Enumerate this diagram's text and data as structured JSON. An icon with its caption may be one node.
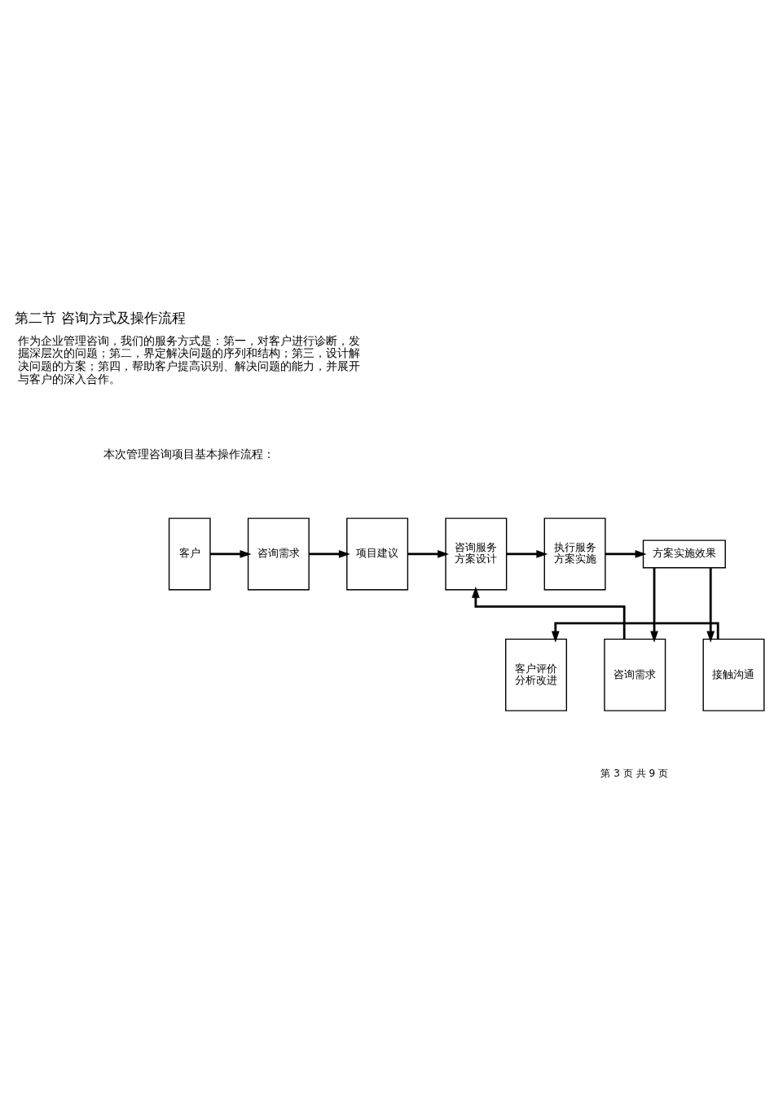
{
  "diagram": {
    "title": "第二节 咨询方式及操作流程",
    "nodes": [
      {
        "text": [
          "客户"
        ]
      },
      {
        "text": [
          "咨询需求"
        ]
      },
      {
        "text": [
          "项目建议"
        ]
      },
      {
        "text": [
          "咨询服务方案设计"
        ]
      },
      {
        "text": [
          "执行服务方案实施"
        ]
      },
      {
        "text": [
          "方案实施效果"
        ]
      },
      {
        "text": [
          "客户评价分析改进"
        ]
      },
      {
        "text": [
          "咨询需求"
        ]
      },
      {
        "text": [
          "接触沟通"
        ]
      }
    ],
    "edges": [
      {
        "from": 0,
        "to": 1,
        "arrow": "to"
      },
      {
        "from": 1,
        "to": 2,
        "arrow": "to"
      },
      {
        "from": 2,
        "to": 3,
        "arrow": "to"
      },
      {
        "from": 3,
        "to": 4,
        "arrow": "to"
      },
      {
        "from": 4,
        "to": 5,
        "arrow": "to"
      },
      {
        "from": 5,
        "to": 7,
        "arrow": "to"
      },
      {
        "from": 5,
        "to": 8,
        "arrow": "to"
      },
      {
        "from": 7,
        "to": 3,
        "arrow": "to"
      },
      {
        "from": 8,
        "to": 6,
        "arrow": "to"
      }
    ],
    "labels": [
      "作为企业管理咨询，我们的服务方式是：第一，对客户进行诊断，发掘深层次的问题；第二，界定解决问题的序列和结构；第三，设计解决问题的方案；第四，帮助客户提高识别、解决问题的能力，并展开与客户的深入合作。",
      "本次管理咨询项目基本操作流程：",
      "第 3 页 共 9 页"
    ]
  }
}
